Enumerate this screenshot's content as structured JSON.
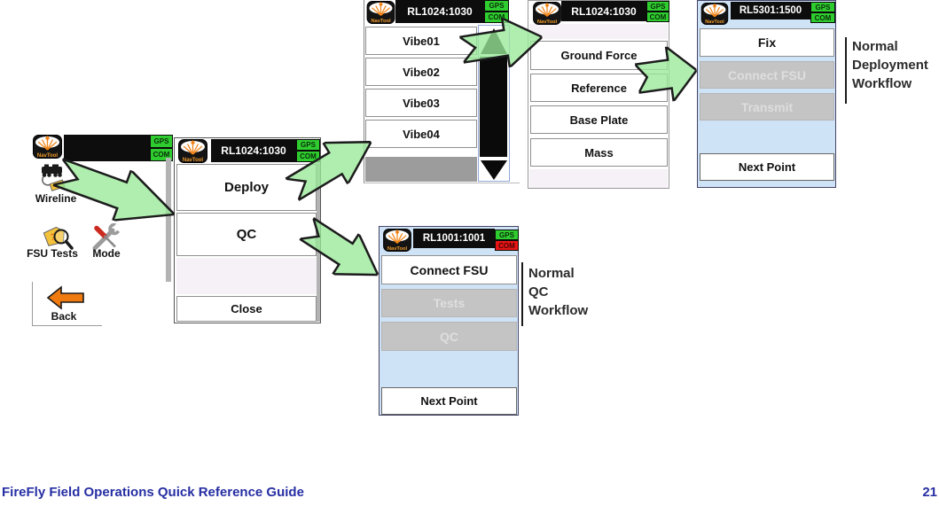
{
  "page": {
    "footer_title": "FireFly Field Operations Quick Reference Guide",
    "page_number": "21"
  },
  "logo": {
    "brand": "NavTool"
  },
  "badges": {
    "gps": "GPS",
    "com": "COM"
  },
  "colors": {
    "badge_green": "#2ecc2e",
    "badge_red": "#e81414",
    "panel_blue": "#cfe3f7",
    "disabled_gray": "#c4c4c4",
    "arrow_green": "#98e998",
    "header_black": "#0d0d0d",
    "footer_blue": "#262ea3",
    "back_arrow_orange": "#ef7a10"
  },
  "main_menu": {
    "wireline": "Wireline",
    "fsu_tests": "FSU Tests",
    "mode": "Mode",
    "back": "Back"
  },
  "deploy_menu": {
    "title": "RL1024:1030",
    "deploy": "Deploy",
    "qc": "QC",
    "close": "Close"
  },
  "vibe_list": {
    "title": "RL1024:1030",
    "items": [
      "Vibe01",
      "Vibe02",
      "Vibe03",
      "Vibe04"
    ]
  },
  "source_menu": {
    "title": "RL1024:1030",
    "items": [
      "Ground Force",
      "Reference",
      "Base Plate",
      "Mass"
    ]
  },
  "deployment_panel": {
    "title": "RL5301:1500",
    "fix": "Fix",
    "connect_fsu": "Connect FSU",
    "transmit": "Transmit",
    "next_point": "Next Point"
  },
  "qc_panel": {
    "title": "RL1001:1001",
    "connect_fsu": "Connect FSU",
    "tests": "Tests",
    "qc": "QC",
    "next_point": "Next Point"
  },
  "annotations": {
    "deployment": {
      "line1": "Normal",
      "line2": "Deployment",
      "line3": "Workflow"
    },
    "qc": {
      "line1": "Normal",
      "line2": "QC",
      "line3": "Workflow"
    }
  }
}
